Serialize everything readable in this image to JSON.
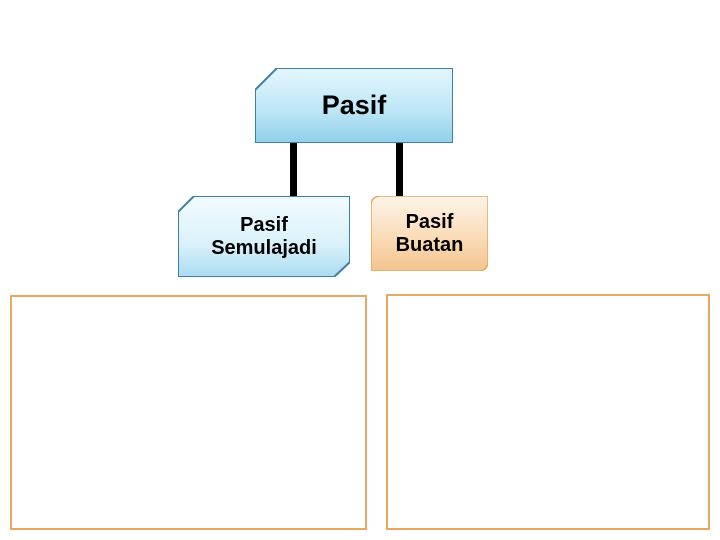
{
  "diagram": {
    "title": "Pasif",
    "root": {
      "label": "Pasif",
      "fill_top": "#d7f0fb",
      "fill_bottom": "#9fd8ee",
      "stroke": "#3f7fa8"
    },
    "children": [
      {
        "id": "semulajadi",
        "label": "Pasif\nSemulajadi",
        "fill_top": "#e8f6fd",
        "fill_bottom": "#bfe6f6",
        "stroke": "#3f7fa8"
      },
      {
        "id": "buatan",
        "label": "Pasif\nBuatan",
        "fill_top": "#fdf0e0",
        "fill_bottom": "#f6cfa2",
        "stroke": "#e8a860"
      }
    ],
    "connectors": [
      {
        "name": "connector-root-to-semulajadi"
      },
      {
        "name": "connector-root-to-buatan"
      }
    ],
    "answer_boxes": [
      {
        "id": "left",
        "text": "",
        "stroke": "#e8a860"
      },
      {
        "id": "right",
        "text": "",
        "stroke": "#e8a860"
      }
    ]
  }
}
